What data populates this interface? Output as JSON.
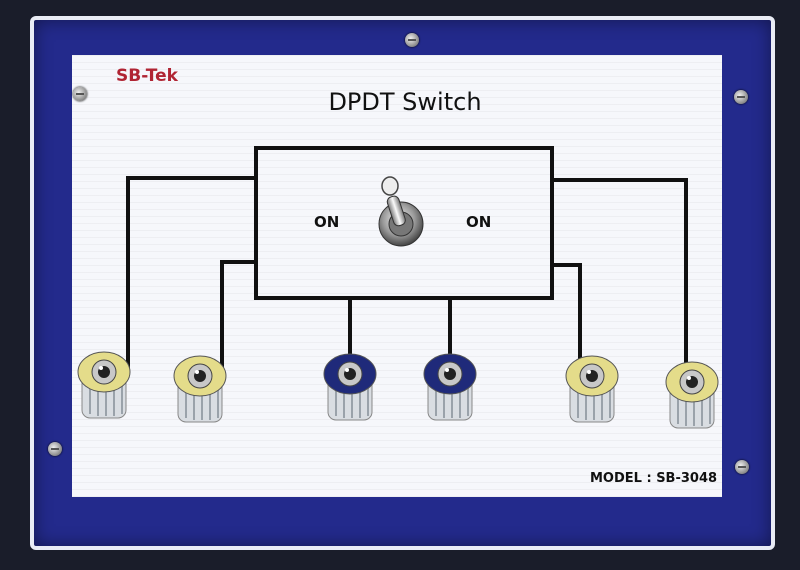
{
  "brand": "SB-Tek",
  "title": "DPDT Switch",
  "labels": {
    "on_left": "ON",
    "on_right": "ON"
  },
  "model": "MODEL : SB-3048",
  "colors": {
    "frame": "#232a8c",
    "panel": "#f6f7fb",
    "brand": "#b02433",
    "terminal_yellow": "#e4dc8a",
    "terminal_blue": "#1f2a7a"
  },
  "terminals": [
    {
      "id": "t1",
      "color": "yellow"
    },
    {
      "id": "t2",
      "color": "yellow"
    },
    {
      "id": "t3",
      "color": "blue"
    },
    {
      "id": "t4",
      "color": "blue"
    },
    {
      "id": "t5",
      "color": "yellow"
    },
    {
      "id": "t6",
      "color": "yellow"
    }
  ]
}
